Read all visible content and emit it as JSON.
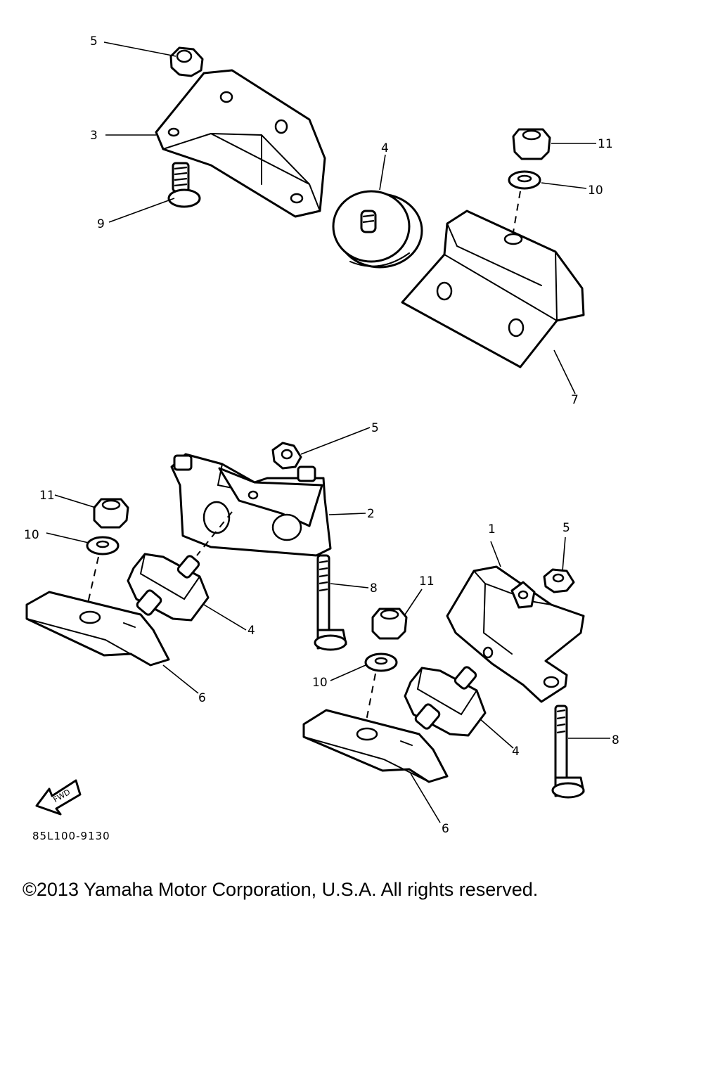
{
  "callouts": {
    "c5_top": "5",
    "c3": "3",
    "c9": "9",
    "c4_top": "4",
    "c11_top": "11",
    "c10_top": "10",
    "c7": "7",
    "c5_mid": "5",
    "c2": "2",
    "c11_left": "11",
    "c10_left": "10",
    "c8_mid": "8",
    "c4_left": "4",
    "c6_left": "6",
    "c1": "1",
    "c5_right": "5",
    "c11_mid": "11",
    "c10_mid": "10",
    "c4_right": "4",
    "c8_right": "8",
    "c6_right": "6"
  },
  "fwd_label": "FWD",
  "diagram_code": "85L100-9130",
  "copyright": "©2013 Yamaha Motor Corporation, U.S.A. All rights reserved."
}
